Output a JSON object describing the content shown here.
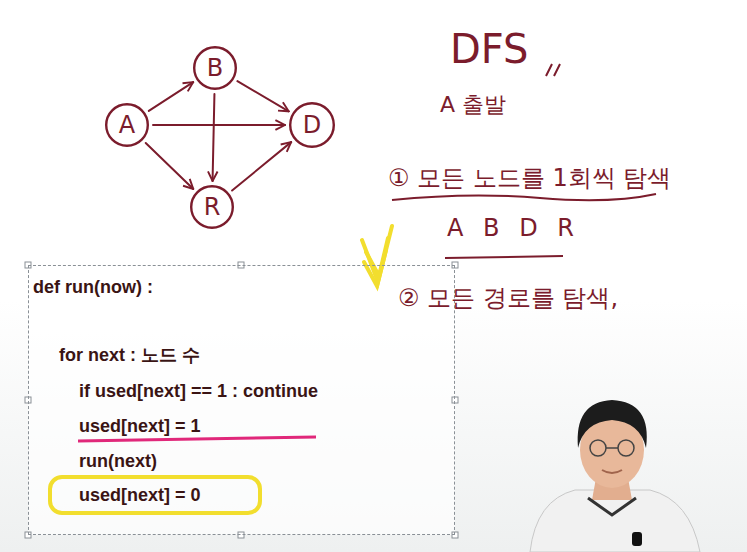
{
  "diagram": {
    "nodes": [
      {
        "text": [
          "A"
        ]
      },
      {
        "text": [
          "B"
        ]
      },
      {
        "text": [
          "D"
        ]
      },
      {
        "text": [
          "R"
        ]
      },
      {
        "text": [
          "def run(now) :",
          "for next : 노드 수",
          "if used[next] == 1 : continue",
          "used[next] = 1",
          "run(next)",
          "used[next] = 0"
        ]
      }
    ],
    "edges": [
      {
        "from": 0,
        "to": 1,
        "arrow": "to"
      },
      {
        "from": 1,
        "to": 2,
        "arrow": "to"
      },
      {
        "from": 0,
        "to": 2,
        "arrow": "to"
      },
      {
        "from": 0,
        "to": 3,
        "arrow": "to"
      },
      {
        "from": 1,
        "to": 3,
        "arrow": "to"
      },
      {
        "from": 3,
        "to": 2,
        "arrow": "to"
      }
    ],
    "labels": [
      "DFS",
      "A 출발",
      "① 모든 노드를 1회씩 탐색",
      "A B D R",
      "② 모든 경로를 탐색,"
    ]
  }
}
